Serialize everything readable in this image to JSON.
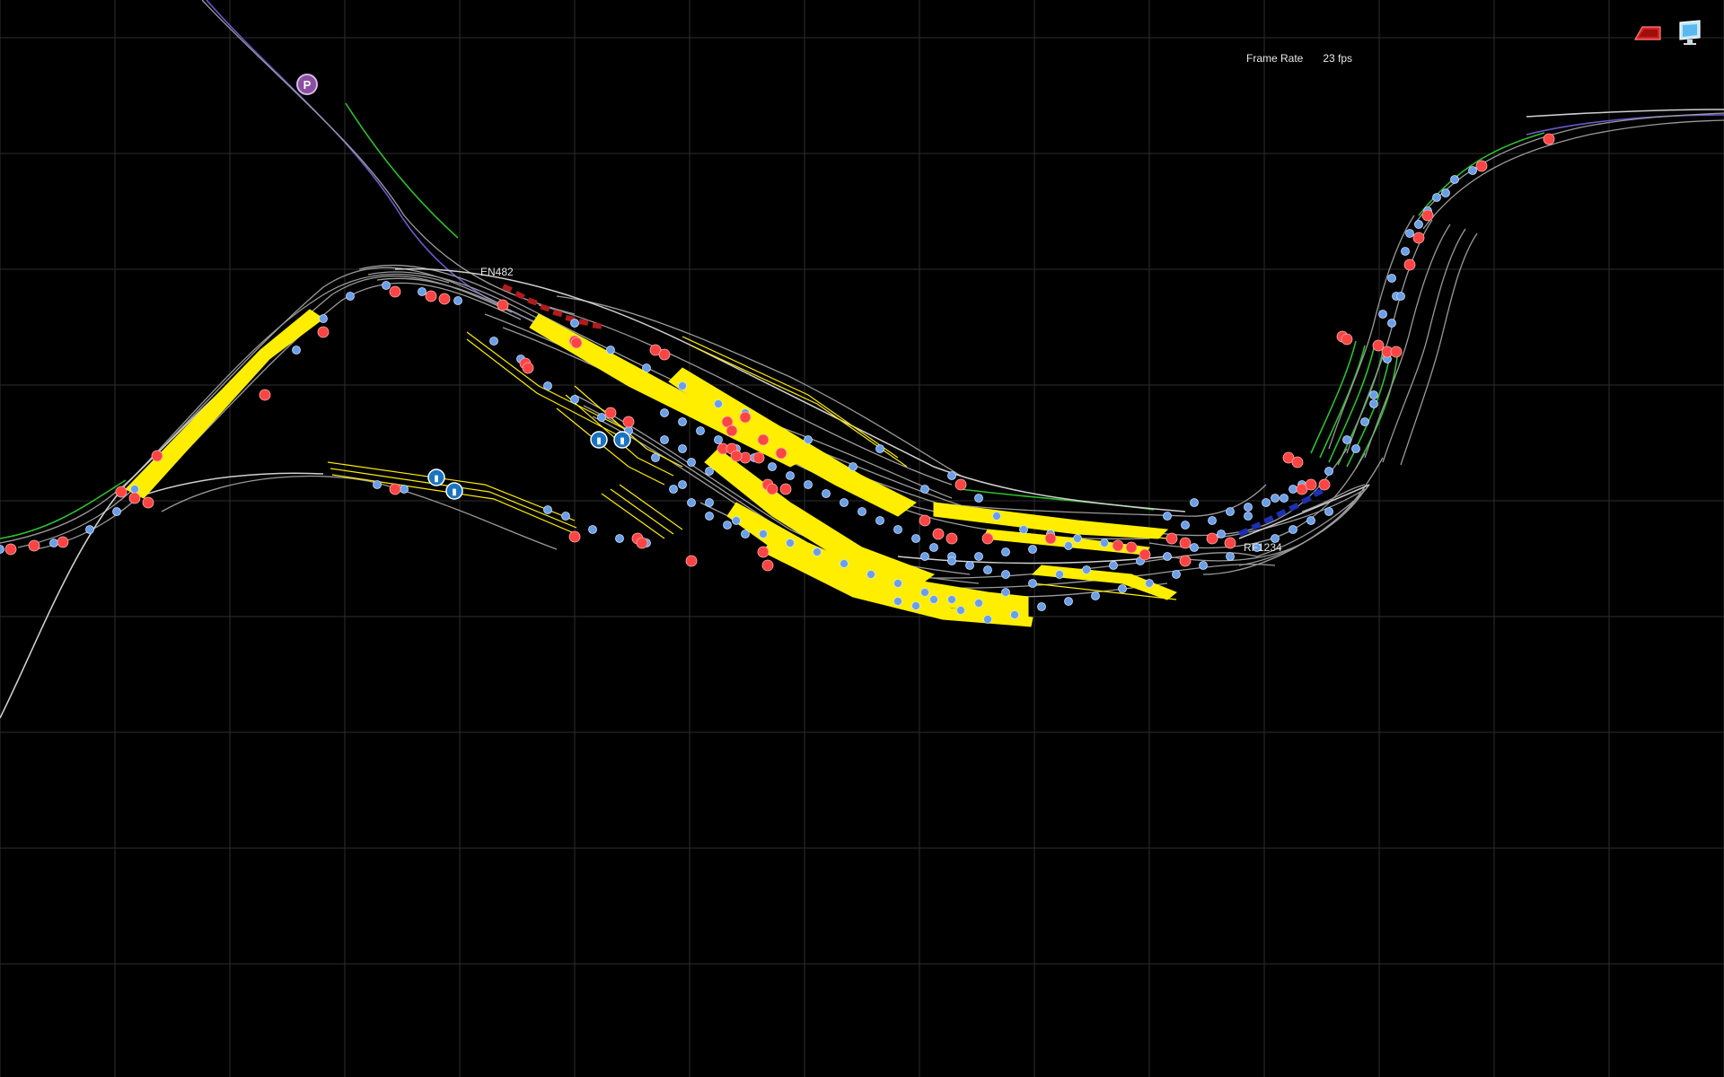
{
  "hud": {
    "frame_rate_label": "Frame Rate",
    "frame_rate_value": "23 fps"
  },
  "toolbar": {
    "eraser_icon": "eraser-icon",
    "monitor_icon": "monitor-icon"
  },
  "map": {
    "track_labels": [
      "EN482",
      "RF1234"
    ],
    "parking_marker_glyph": "P",
    "station_marker_glyph": "▮",
    "colors": {
      "background": "#000000",
      "grid": "#2e2e2e",
      "track": "#9a9a9a",
      "track_bright": "#d0d0d0",
      "signal_track": "#2fbf2f",
      "route": "#6a5acd",
      "platform": "#ffee00",
      "node_red": "#ff4444",
      "node_blue": "#6a9fe8",
      "station_marker": "#1a73c0",
      "parking_marker": "#8a4fa0",
      "train_block": "#1c2fb0"
    }
  }
}
